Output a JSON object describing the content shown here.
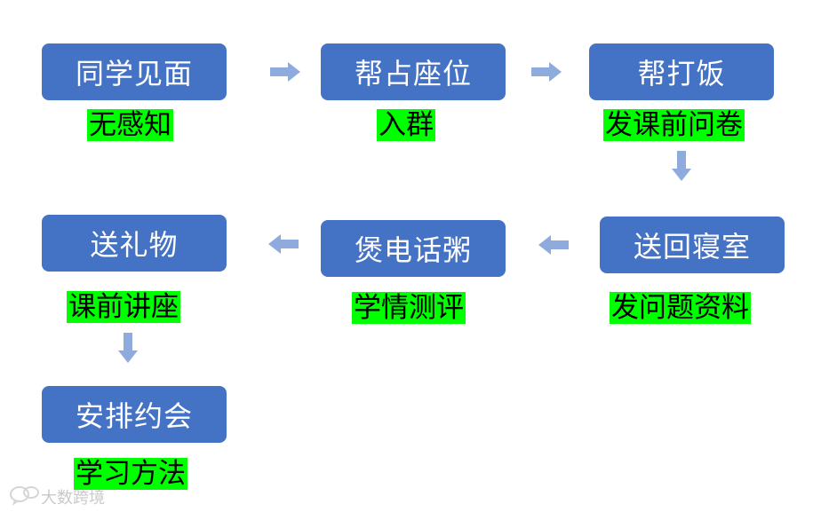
{
  "diagram": {
    "nodes": [
      {
        "id": "n1",
        "label": "同学见面",
        "tag": "无感知"
      },
      {
        "id": "n2",
        "label": "帮占座位",
        "tag": "入群"
      },
      {
        "id": "n3",
        "label": "帮打饭",
        "tag": "发课前问卷"
      },
      {
        "id": "n4",
        "label": "送回寝室",
        "tag": "发问题资料"
      },
      {
        "id": "n5",
        "label": "煲电话粥",
        "tag": "学情测评"
      },
      {
        "id": "n6",
        "label": "送礼物",
        "tag": "课前讲座"
      },
      {
        "id": "n7",
        "label": "安排约会",
        "tag": "学习方法"
      }
    ],
    "edges": [
      {
        "from": "n1",
        "to": "n2",
        "direction": "right"
      },
      {
        "from": "n2",
        "to": "n3",
        "direction": "right"
      },
      {
        "from": "n3",
        "to": "n4",
        "direction": "down"
      },
      {
        "from": "n4",
        "to": "n5",
        "direction": "left"
      },
      {
        "from": "n5",
        "to": "n6",
        "direction": "left"
      },
      {
        "from": "n6",
        "to": "n7",
        "direction": "down"
      }
    ]
  },
  "colors": {
    "node_fill": "#4472c4",
    "node_text": "#ffffff",
    "tag_highlight": "#00ff00",
    "arrow": "#8faadc"
  },
  "watermark": {
    "icon": "speech-bubble-logo-icon",
    "text": "大数跨境"
  }
}
